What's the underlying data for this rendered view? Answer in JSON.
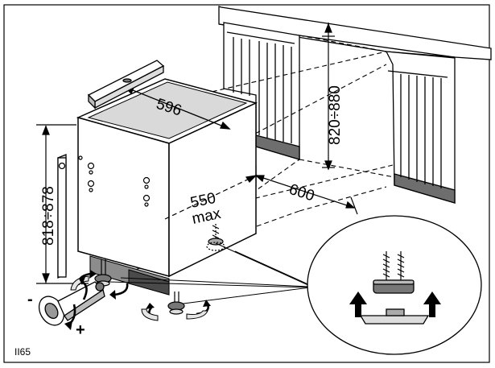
{
  "dimensions": {
    "appliance_width": "596",
    "appliance_height": "818÷878",
    "niche_height": "820÷880",
    "niche_depth": "600",
    "depth_value": "550",
    "depth_qualifier": "max"
  },
  "adjust_signs": {
    "minus": "-",
    "plus": "+"
  },
  "figure_code": "II65",
  "colors": {
    "line": "#000000",
    "worktop_panel": "#d9d9d9",
    "plinth": "#8c8c8c",
    "plinth_dark": "#4a4a4a",
    "arrow": "#000000"
  }
}
